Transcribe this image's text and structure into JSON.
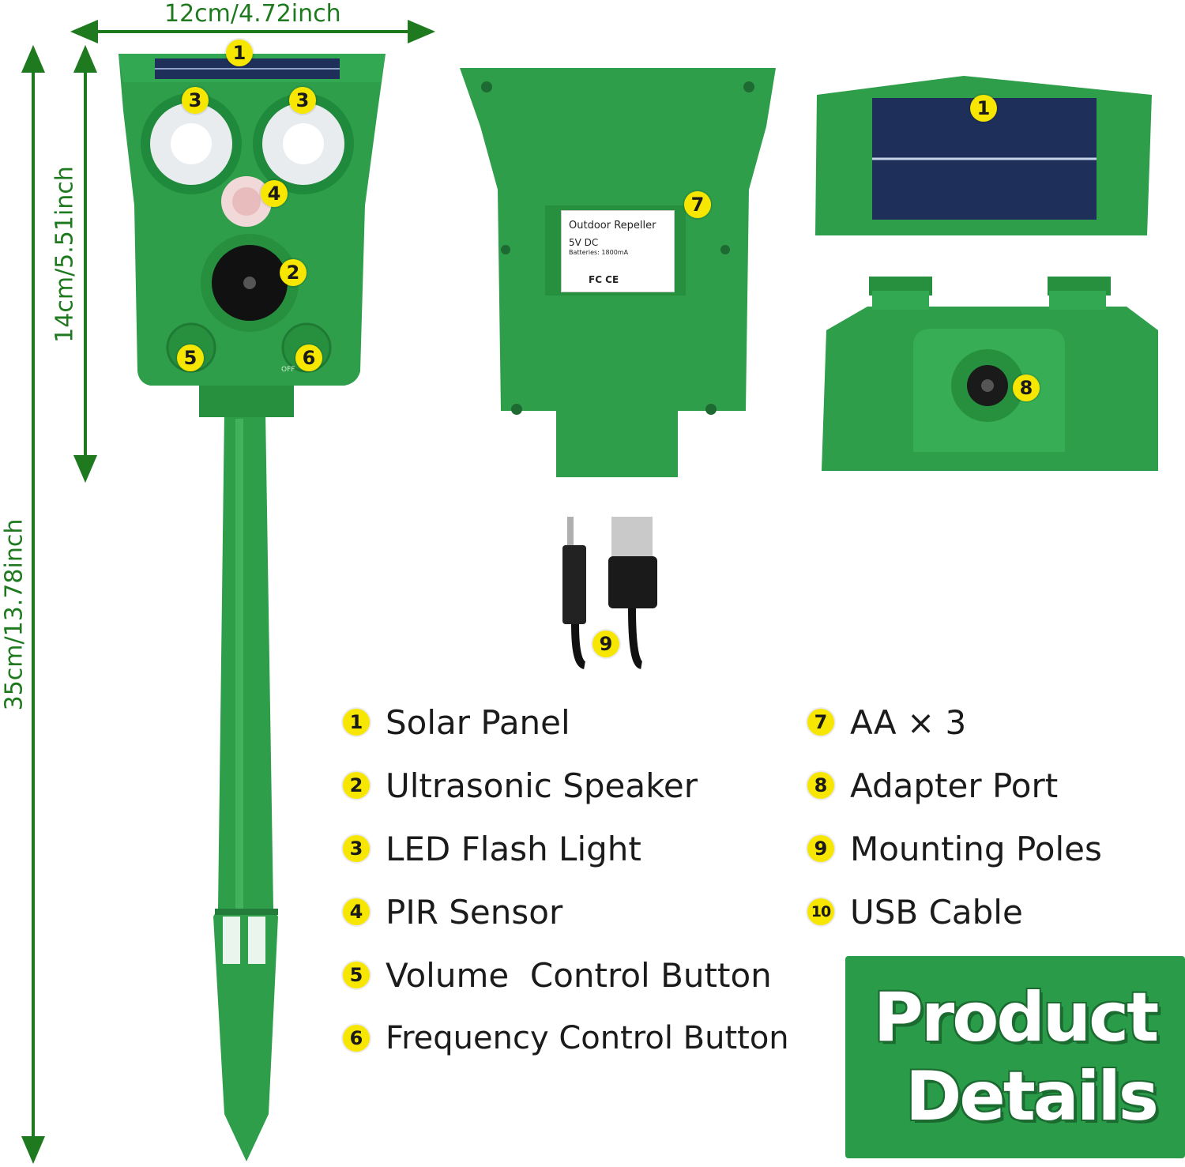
{
  "dimensions": {
    "width_label": "12cm/4.72inch",
    "head_height_label": "14cm/5.51inch",
    "total_height_label": "35cm/13.78inch"
  },
  "badges": {
    "b1": "1",
    "b2": "2",
    "b3": "3",
    "b4": "4",
    "b5": "5",
    "b6": "6",
    "b7": "7",
    "b8": "8",
    "b9": "9",
    "b10": "10"
  },
  "device_label": {
    "title": "Outdoor Repeller",
    "voltage": "5V DC",
    "batteries": "Batteries: 1800mA",
    "marks": "FC CE"
  },
  "dial_text": "OFF",
  "legend": {
    "left": [
      {
        "num": "1",
        "text": "Solar Panel"
      },
      {
        "num": "2",
        "text": "Ultrasonic Speaker"
      },
      {
        "num": "3",
        "text": "LED Flash Light"
      },
      {
        "num": "4",
        "text": "PIR Sensor"
      },
      {
        "num": "5",
        "text": "Volume  Control Button"
      },
      {
        "num": "6",
        "text": "Frequency Control Button"
      }
    ],
    "right": [
      {
        "num": "7",
        "text": "AA × 3"
      },
      {
        "num": "8",
        "text": "Adapter Port"
      },
      {
        "num": "9",
        "text": "Mounting Poles"
      },
      {
        "num": "10",
        "text": "USB Cable"
      }
    ]
  },
  "product_details": {
    "line1": "Product",
    "line2": "Details"
  },
  "colors": {
    "device_green": "#2e9e4a",
    "dimension_green": "#1f7a1f",
    "badge_yellow": "#f7e600",
    "panel_blue": "#1e2f5a"
  }
}
